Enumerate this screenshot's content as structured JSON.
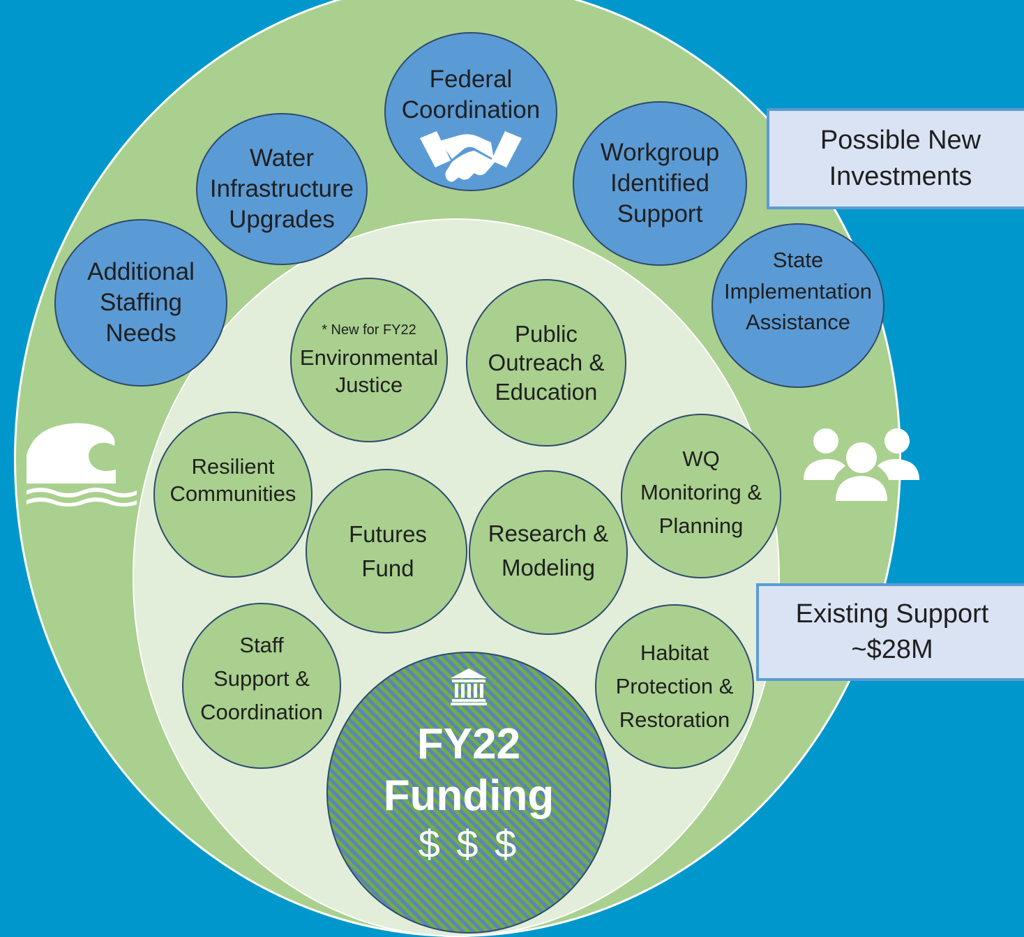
{
  "labels": {
    "possible_new": [
      "Possible New",
      "Investments"
    ],
    "existing": [
      "Existing Support",
      "~$28M"
    ]
  },
  "outer_ring": {
    "federal": [
      "Federal",
      "Coordination"
    ],
    "water": [
      "Water",
      "Infrastructure",
      "Upgrades"
    ],
    "workgroup": [
      "Workgroup",
      "Identified",
      "Support"
    ],
    "staffing": [
      "Additional",
      "Staffing",
      "Needs"
    ],
    "state": [
      "State",
      "Implementation",
      "Assistance"
    ]
  },
  "inner": {
    "ej_note": "* New for FY22",
    "ej": [
      "Environmental",
      "Justice"
    ],
    "outreach": [
      "Public",
      "Outreach &",
      "Education"
    ],
    "resilient": [
      "Resilient",
      "Communities"
    ],
    "wq": [
      "WQ",
      "Monitoring &",
      "Planning"
    ],
    "futures": [
      "Futures",
      "Fund"
    ],
    "research": [
      "Research &",
      "Modeling"
    ],
    "staff": [
      "Staff",
      "Support &",
      "Coordination"
    ],
    "habitat": [
      "Habitat",
      "Protection &",
      "Restoration"
    ]
  },
  "funding": {
    "line1": "FY22",
    "line2": "Funding",
    "dollars": "$ $ $"
  },
  "icons": [
    "handshake-icon",
    "wave-icon",
    "people-group-icon",
    "bank-icon"
  ],
  "colors": {
    "background": "#0098cc",
    "outer_ring": "#a9d08e",
    "inner_area": "#e2eed9",
    "blue_circle": "#5b9bd5",
    "label_box": "#dae3f3"
  }
}
